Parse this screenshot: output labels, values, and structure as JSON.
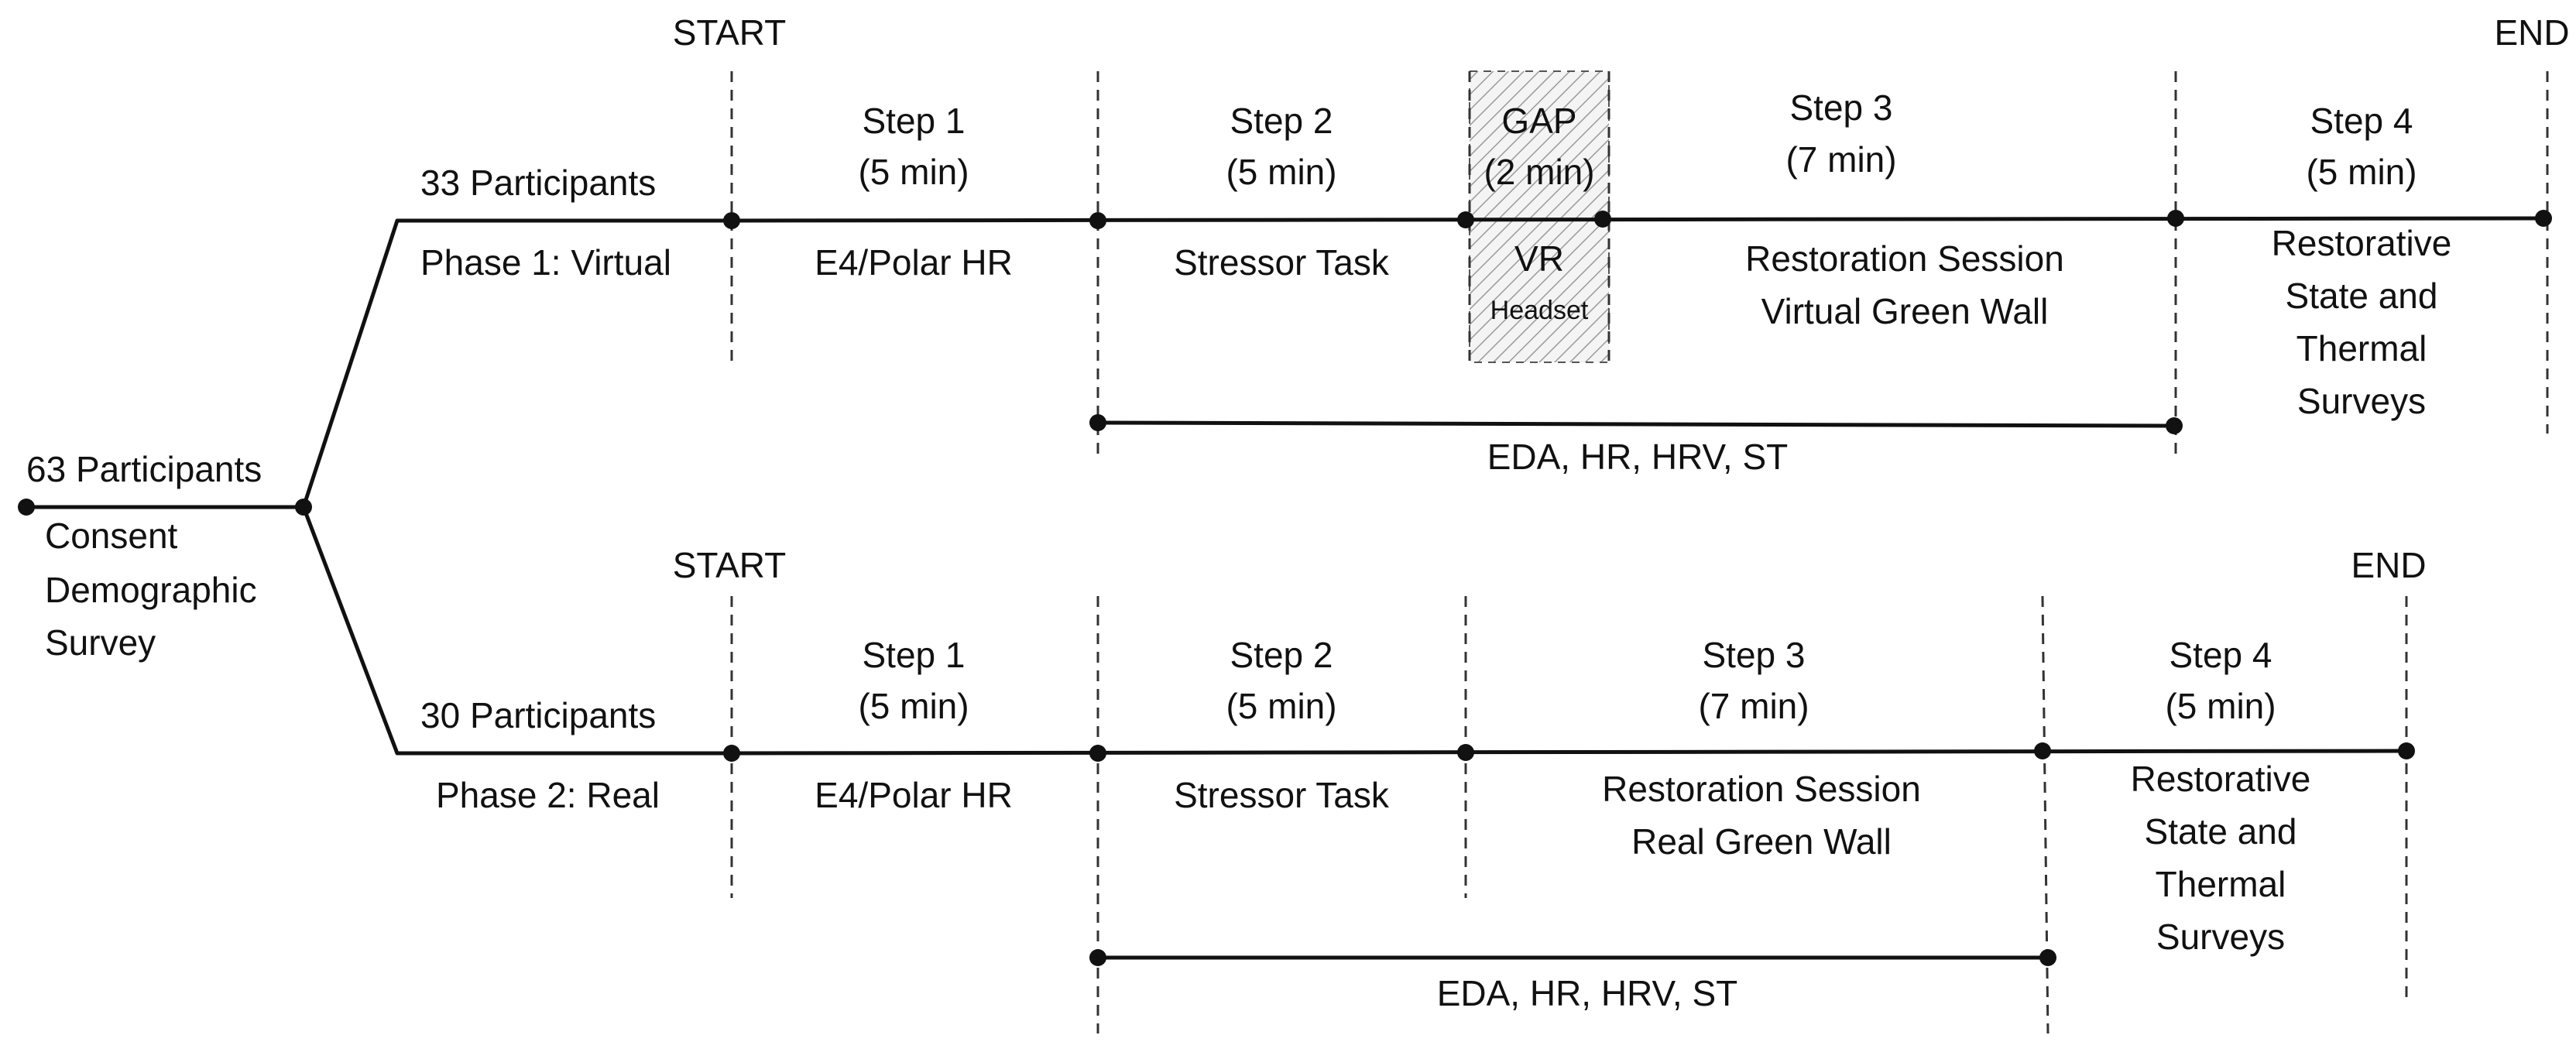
{
  "root": {
    "participants": "63 Participants",
    "info_lines": [
      "Consent",
      "Demographic",
      "Survey"
    ]
  },
  "phase1": {
    "participants": "33 Participants",
    "name": "Phase 1: Virtual",
    "start": "START",
    "end": "END",
    "step1": {
      "title": "Step 1",
      "duration": "(5 min)",
      "activity": "E4/Polar HR"
    },
    "step2": {
      "title": "Step 2",
      "duration": "(5 min)",
      "activity": "Stressor Task"
    },
    "gap": {
      "title": "GAP",
      "duration": "(2 min)",
      "line1": "VR",
      "line2": "Headset"
    },
    "step3": {
      "title": "Step 3",
      "duration": "(7 min)",
      "activity_lines": [
        "Restoration Session",
        "Virtual Green Wall"
      ]
    },
    "step4": {
      "title": "Step 4",
      "duration": "(5 min)",
      "activity_lines": [
        "Restorative",
        "State and",
        "Thermal",
        "Surveys"
      ]
    },
    "measures": "EDA, HR, HRV, ST"
  },
  "phase2": {
    "participants": "30 Participants",
    "name": "Phase 2: Real",
    "start": "START",
    "end": "END",
    "step1": {
      "title": "Step 1",
      "duration": "(5 min)",
      "activity": "E4/Polar HR"
    },
    "step2": {
      "title": "Step 2",
      "duration": "(5 min)",
      "activity": "Stressor Task"
    },
    "step3": {
      "title": "Step 3",
      "duration": "(7 min)",
      "activity_lines": [
        "Restoration Session",
        "Real Green Wall"
      ]
    },
    "step4": {
      "title": "Step 4",
      "duration": "(5 min)",
      "activity_lines": [
        "Restorative",
        "State and",
        "Thermal",
        "Surveys"
      ]
    },
    "measures": "EDA, HR, HRV, ST"
  }
}
